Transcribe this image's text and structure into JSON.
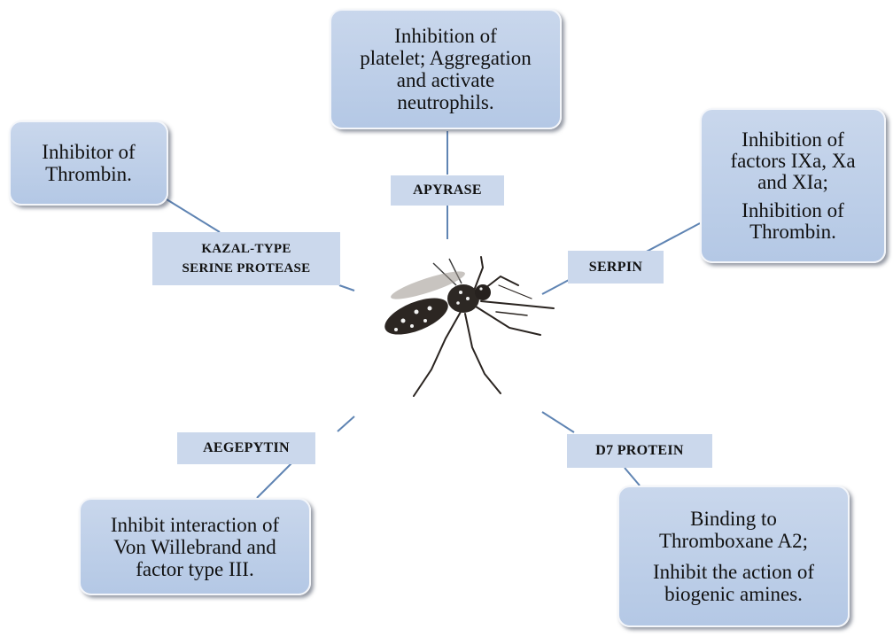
{
  "center": {
    "icon": "mosquito-icon"
  },
  "proteins": {
    "apyrase": {
      "label": "APYRASE",
      "effect": [
        "Inhibition of",
        "platelet; Aggregation",
        "and activate",
        "neutrophils."
      ]
    },
    "kazal": {
      "label": [
        "KAZAL-TYPE",
        "SERINE PROTEASE"
      ],
      "effect": [
        "Inhibitor of",
        "Thrombin."
      ]
    },
    "serpin": {
      "label": "SERPIN",
      "effect": [
        "Inhibition of",
        "factors IXa, Xa",
        "and XIa;",
        "Inhibition of",
        "Thrombin."
      ]
    },
    "aegepytin": {
      "label": "AEGEPYTIN",
      "effect": [
        "Inhibit interaction of",
        "Von Willebrand and",
        "factor type III."
      ]
    },
    "d7": {
      "label": "D7 PROTEIN",
      "effect": [
        "Binding to",
        "Thromboxane A2;",
        "Inhibit the action of",
        "biogenic amines."
      ]
    }
  },
  "colors": {
    "box_fill": "#b9cbe6",
    "label_fill": "#cbd8ec",
    "connector": "#5f84b3"
  }
}
